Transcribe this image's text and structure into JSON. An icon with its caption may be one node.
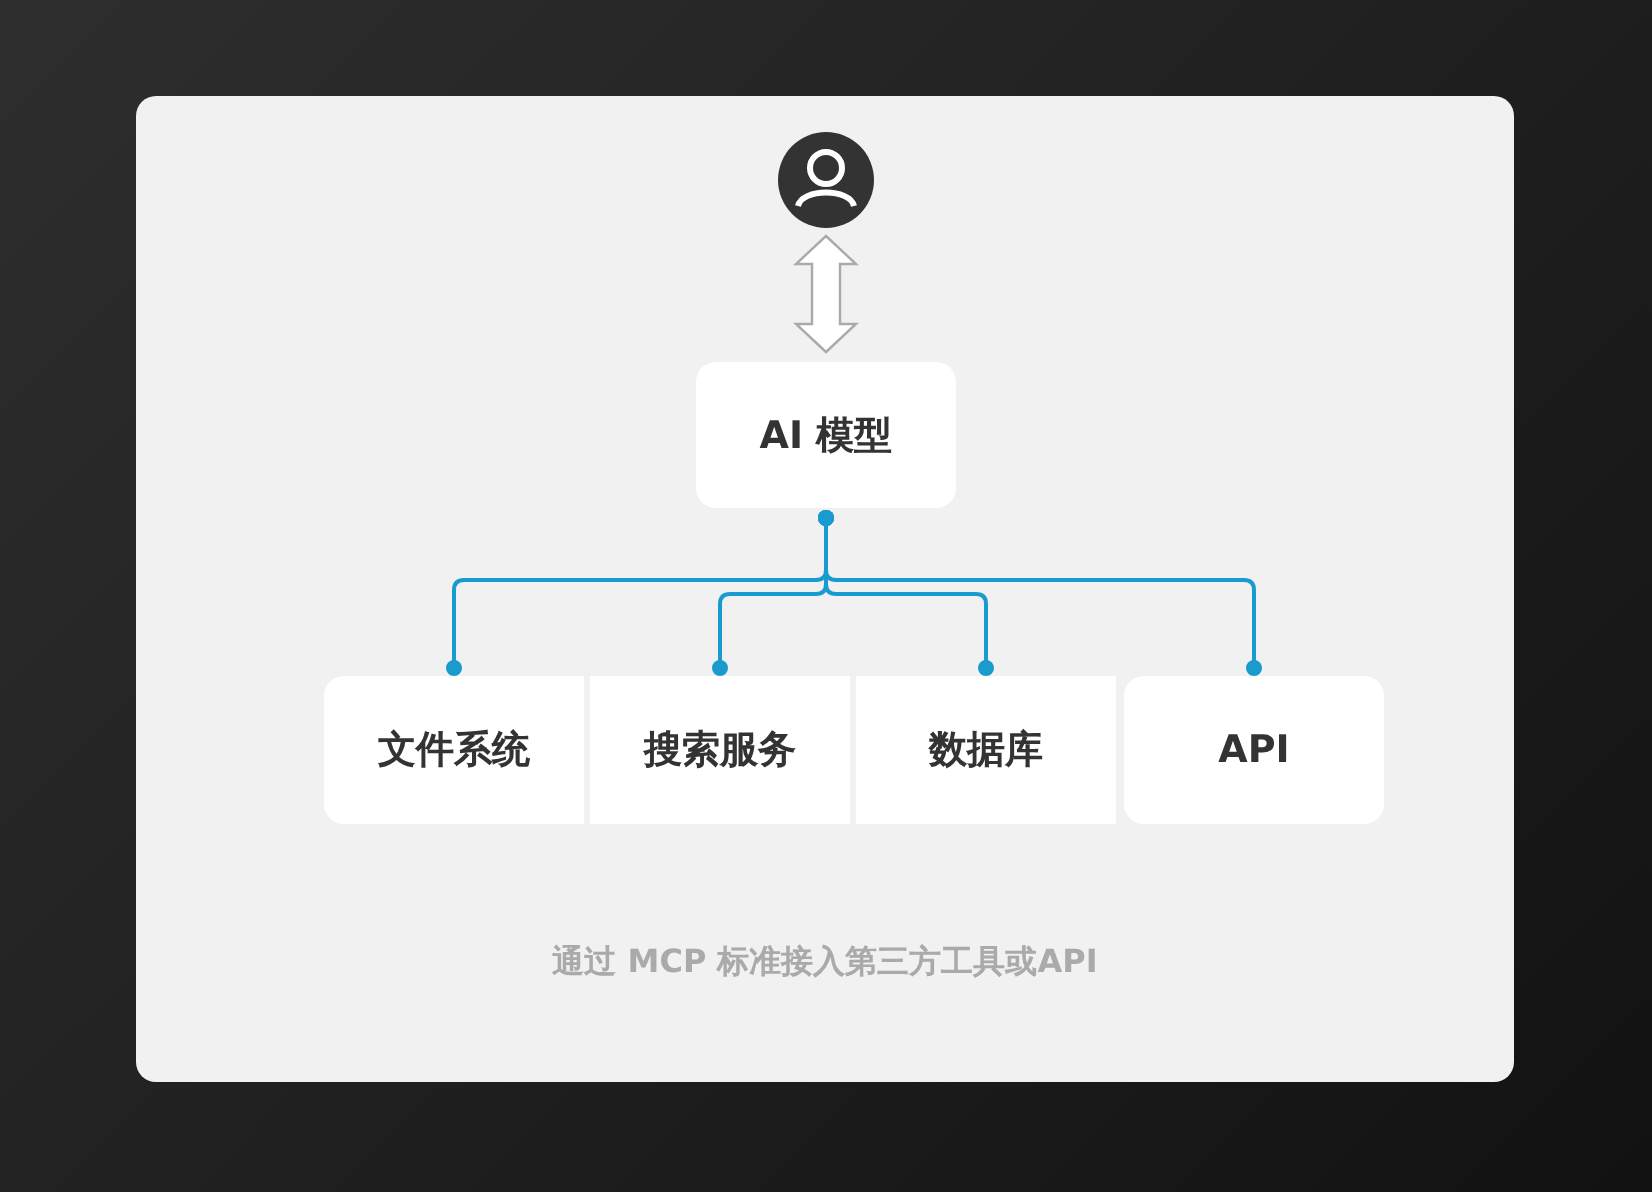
{
  "diagram": {
    "caption": "通过 MCP 标准接入第三方工具或API",
    "nodes": [
      {
        "text": [],
        "shape": "person"
      },
      {
        "text": [
          "AI 模型"
        ]
      },
      {
        "text": [
          "文件系统"
        ]
      },
      {
        "text": [
          "搜索服务"
        ]
      },
      {
        "text": [
          "数据库"
        ]
      },
      {
        "text": [
          "API"
        ]
      }
    ],
    "edges": [
      {
        "from": 0,
        "to": 1,
        "arrow": "both"
      },
      {
        "from": 1,
        "to": 2,
        "arrow": "other",
        "color": "#1a9bd0"
      },
      {
        "from": 1,
        "to": 3,
        "arrow": "other",
        "color": "#1a9bd0"
      },
      {
        "from": 1,
        "to": 4,
        "arrow": "other",
        "color": "#1a9bd0"
      },
      {
        "from": 1,
        "to": 5,
        "arrow": "other",
        "color": "#1a9bd0"
      }
    ]
  }
}
